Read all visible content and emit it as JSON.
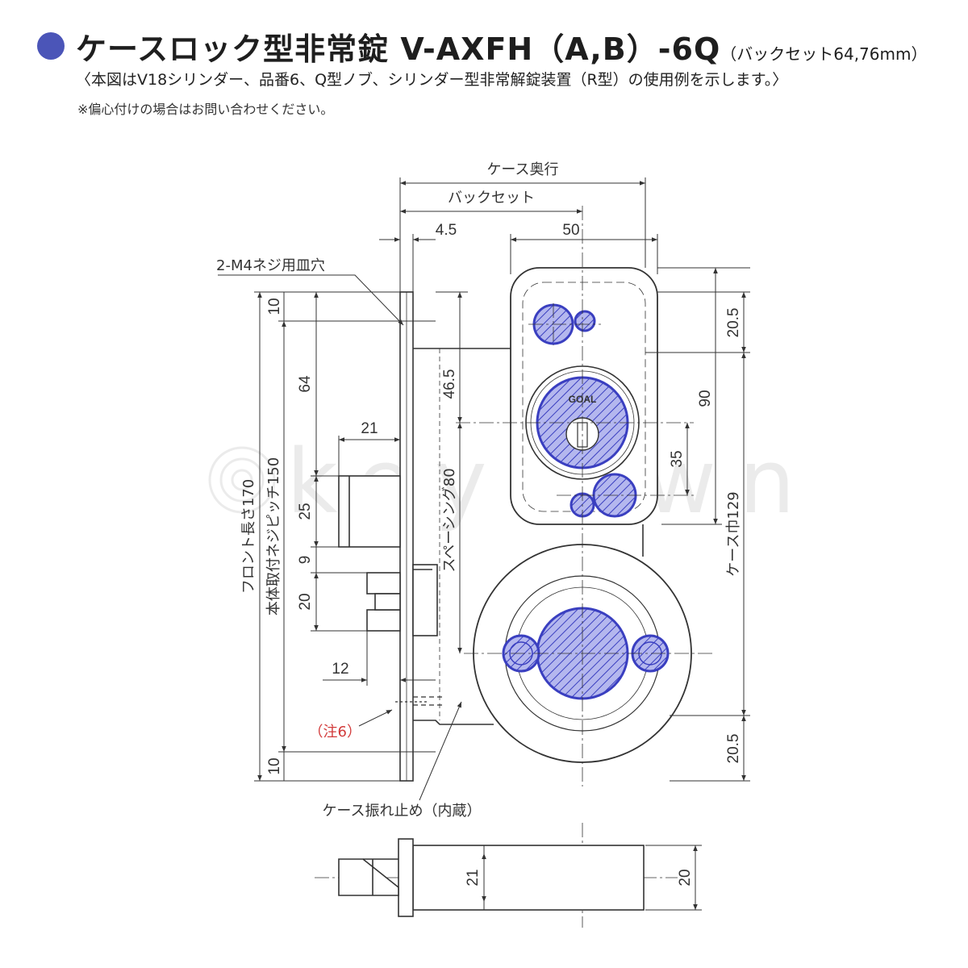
{
  "header": {
    "title": "ケースロック型非常錠 V-AXFH（A,B）-6Q",
    "title_sub": "（バックセット64,76mm）",
    "caption": "〈本図はV18シリンダー、品番6、Q型ノブ、シリンダー型非常解錠装置（R型）の使用例を示します。〉",
    "note": "※偏心付けの場合はお問い合わせください。"
  },
  "labels": {
    "case_depth": "ケース奥行",
    "backset": "バックセット",
    "screw_hole": "2-M4ネジ用皿穴",
    "front_length": "フロント長さ170",
    "mount_pitch": "本体取付ネジピッチ150",
    "spacing": "スペーシング80",
    "case_width": "ケース巾129",
    "note6": "（注6）",
    "case_stopper": "ケース振れ止め（内蔵）",
    "brand": "GOAL",
    "watermark": "keytown"
  },
  "dims": {
    "d_4_5": "4.5",
    "d_50": "50",
    "d_10_top": "10",
    "d_64": "64",
    "d_21": "21",
    "d_25": "25",
    "d_9": "9",
    "d_20": "20",
    "d_12": "12",
    "d_10_bottom": "10",
    "d_46_5": "46.5",
    "d_35": "35",
    "d_20_5_top": "20.5",
    "d_90": "90",
    "d_20_5_bottom": "20.5",
    "d_21_side": "21",
    "d_20_side": "20"
  },
  "colors": {
    "accent": "#4b55b8",
    "line": "#333333",
    "blue_part": "#3a3fc0",
    "note_red": "#d23a3a"
  }
}
